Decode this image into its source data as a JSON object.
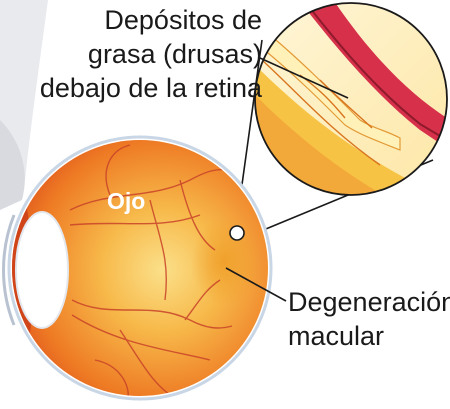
{
  "labels": {
    "drusen_line1": "Depósitos de",
    "drusen_line2": "grasa (drusas)",
    "drusen_line3": "debajo de la retina",
    "eye": "Ojo",
    "macular_line1": "Degeneración",
    "macular_line2": "macular"
  },
  "icons": {
    "eyeball": "eyeball-illustration",
    "magnifier": "magnified-retina-inset"
  },
  "colors": {
    "retina_orange": "#e8571a",
    "retina_yellow": "#f9d267",
    "vessel_red": "#c8432a",
    "lens_white": "#ffffff",
    "outline_blue": "#c9d6e6",
    "membrane_red": "#d6304a",
    "text": "#1a1a1a"
  }
}
